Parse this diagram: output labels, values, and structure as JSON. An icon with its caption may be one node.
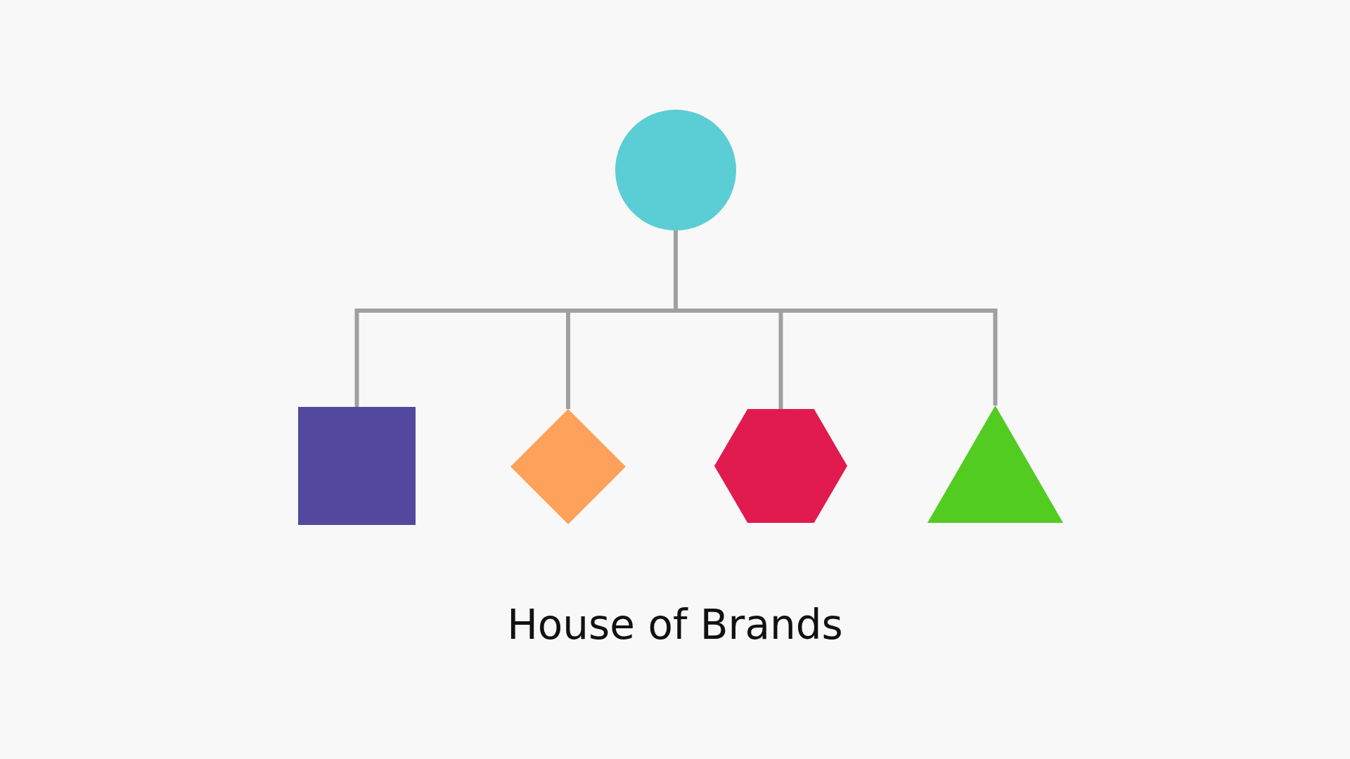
{
  "diagram": {
    "title": "House of Brands",
    "nodes": [
      {
        "text": [],
        "shape": "circle"
      },
      {
        "text": [],
        "shape": "box"
      },
      {
        "text": [],
        "shape": "diamond"
      },
      {
        "text": [],
        "shape": "hexagon"
      },
      {
        "text": [],
        "shape": "triangle"
      }
    ],
    "edges": [
      {
        "from": 0,
        "to": 1,
        "arrow": "none"
      },
      {
        "from": 0,
        "to": 2,
        "arrow": "none"
      },
      {
        "from": 0,
        "to": 3,
        "arrow": "none"
      },
      {
        "from": 0,
        "to": 4,
        "arrow": "none"
      }
    ]
  }
}
